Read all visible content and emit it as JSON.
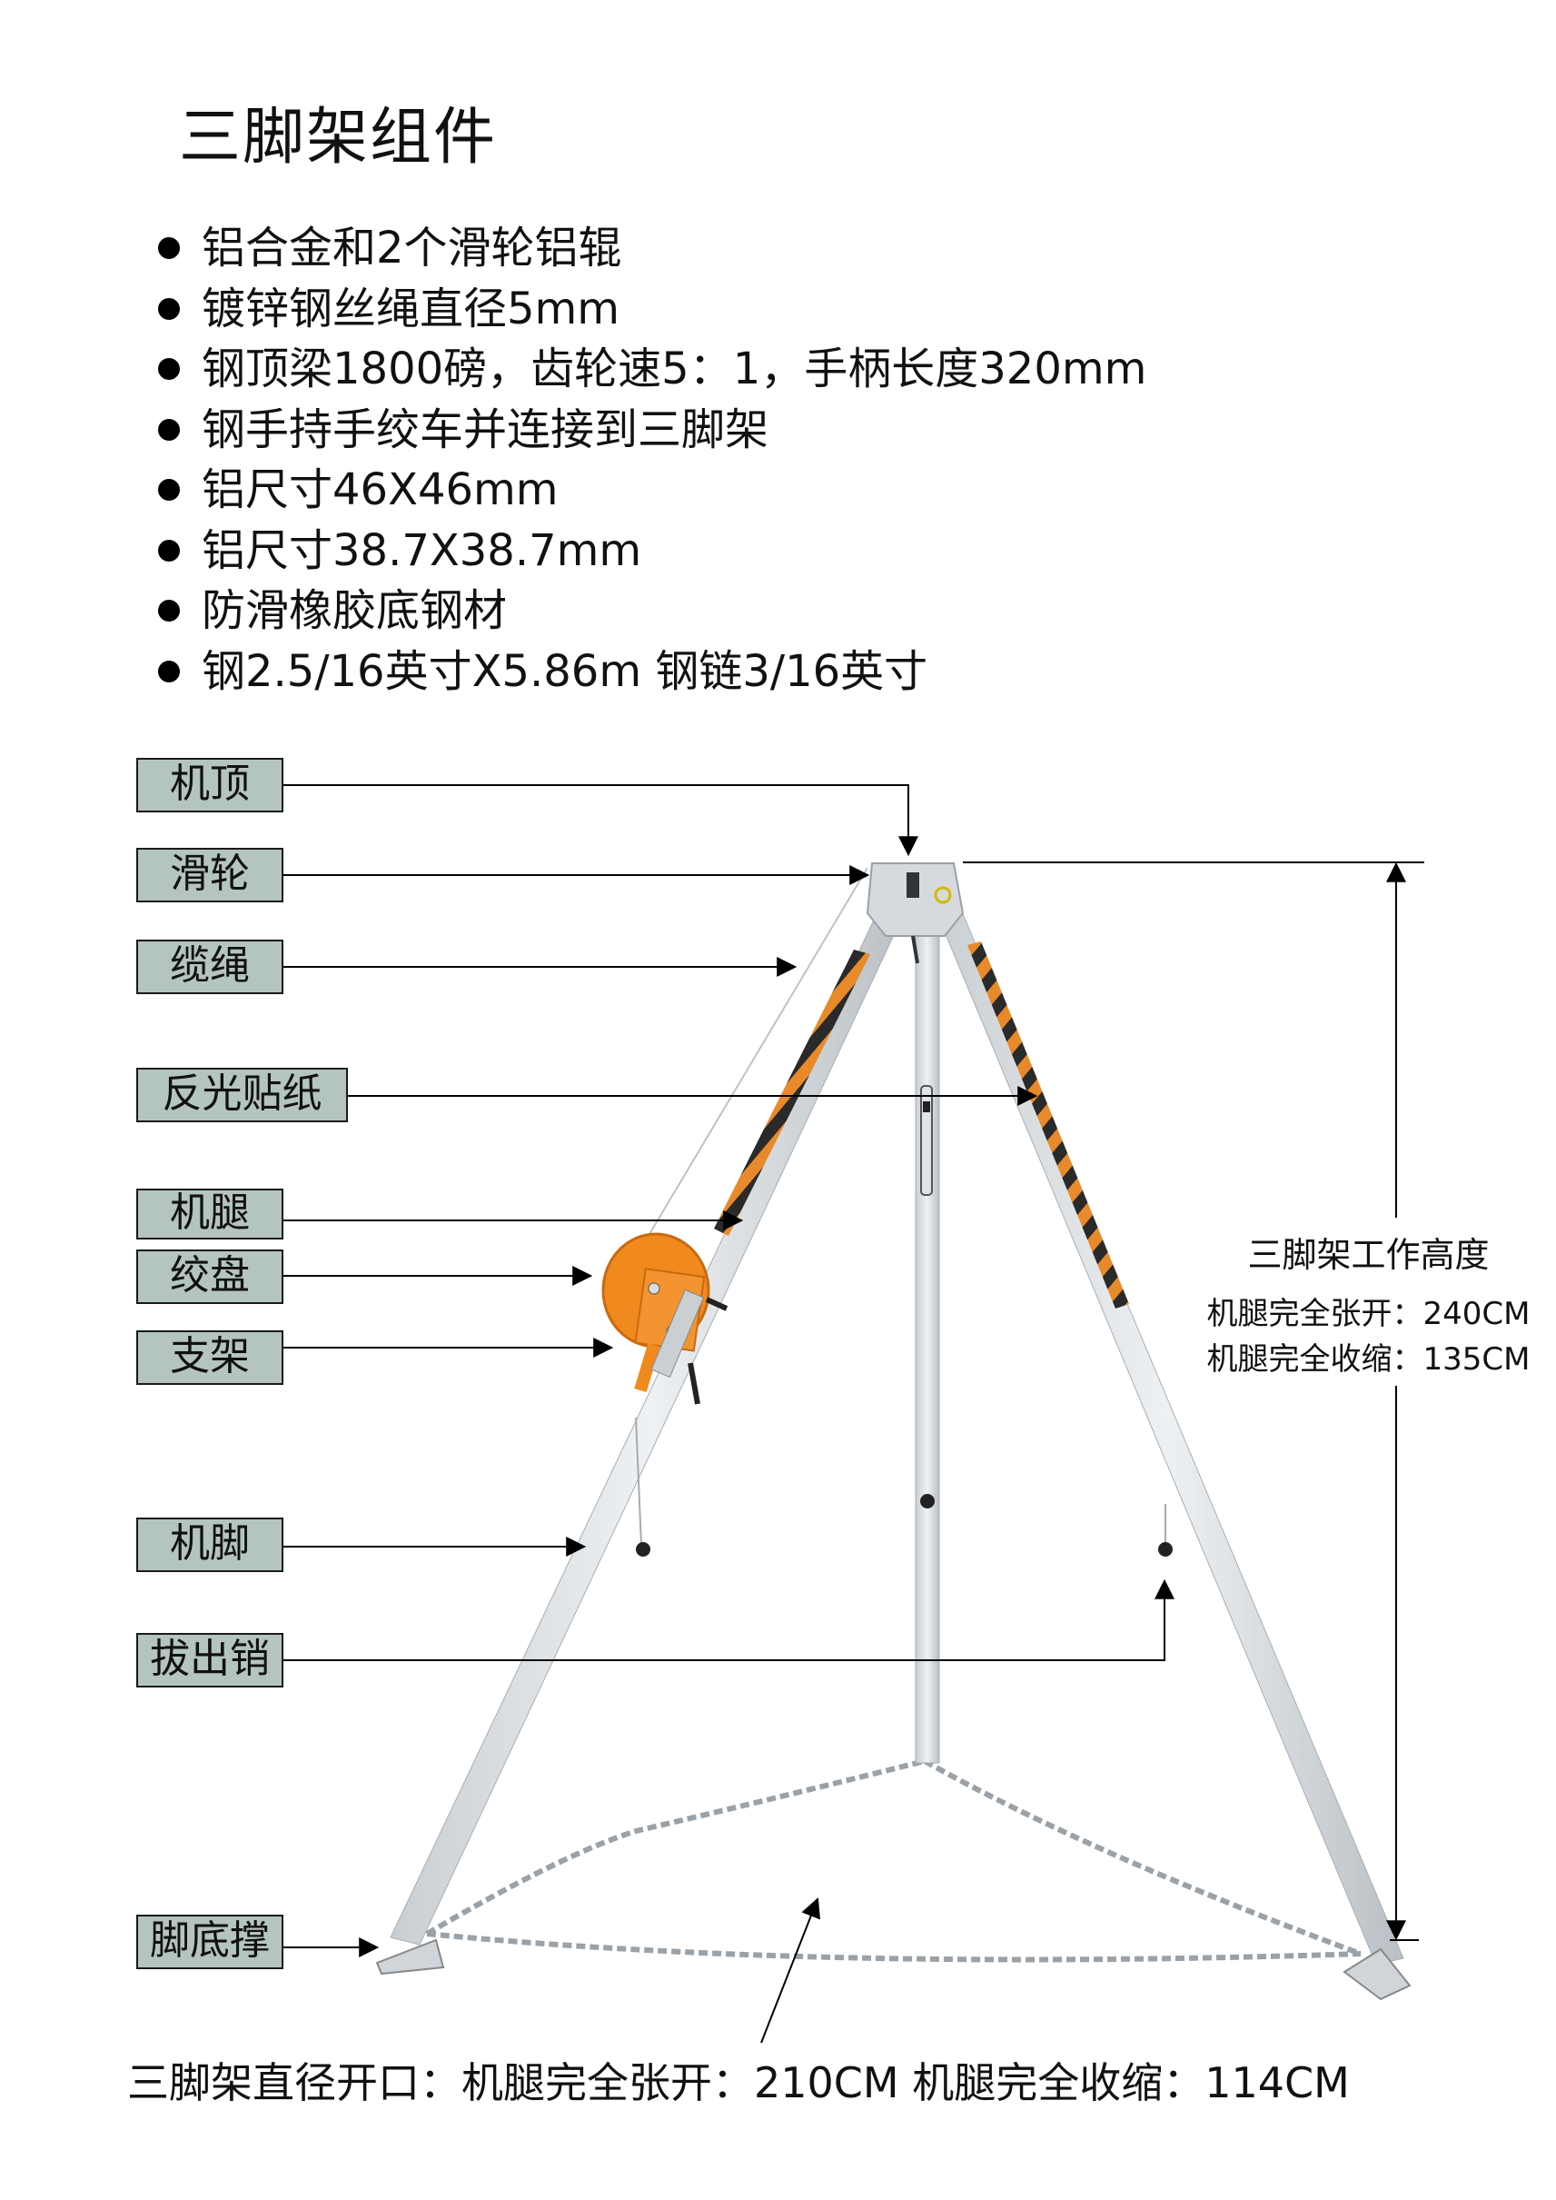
{
  "title": "三脚架组件",
  "features": [
    "铝合金和2个滑轮铝辊",
    "镀锌钢丝绳直径5mm",
    "钢顶梁1800磅，齿轮速5：1，手柄长度320mm",
    "钢手持手绞车并连接到三脚架",
    "铝尺寸46X46mm",
    "铝尺寸38.7X38.7mm",
    "防滑橡胶底钢材",
    "钢2.5/16英寸X5.86m  钢链3/16英寸"
  ],
  "callouts": {
    "top": "机顶",
    "pulley": "滑轮",
    "cable": "缆绳",
    "reflective_sticker": "反光贴纸",
    "leg": "机腿",
    "winch": "绞盘",
    "bracket": "支架",
    "foot": "机脚",
    "pull_pin": "拔出销",
    "foot_base": "脚底撑"
  },
  "height_spec": {
    "heading": "三脚架工作高度",
    "extended": "机腿完全张开：240CM",
    "retracted": "机腿完全收缩：135CM"
  },
  "diameter_spec": "三脚架直径开口：机腿完全张开：210CM 机腿完全收缩：114CM",
  "colors": {
    "label_bg": "#b4c4be",
    "winch_orange": "#f08a1e",
    "stripe_orange": "#e88a2a",
    "stripe_black": "#2a2a2a",
    "aluminum": "#dfe3e6"
  }
}
